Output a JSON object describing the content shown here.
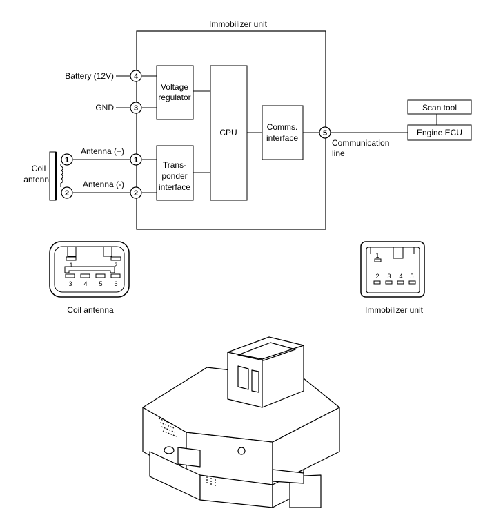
{
  "unit_title": "Immobilizer unit",
  "blocks": {
    "voltage_regulator_l1": "Voltage",
    "voltage_regulator_l2": "regulator",
    "cpu": "CPU",
    "comms_l1": "Comms.",
    "comms_l2": "interface",
    "transponder_l1": "Trans-",
    "transponder_l2": "ponder",
    "transponder_l3": "interface"
  },
  "signals": {
    "battery": "Battery (12V)",
    "gnd": "GND",
    "antenna_pos": "Antenna (+)",
    "antenna_neg": "Antenna (-)",
    "communication_l1": "Communication",
    "communication_l2": "line"
  },
  "coil": {
    "label_l1": "Coil",
    "label_l2": "antenna"
  },
  "external": {
    "scan_tool": "Scan tool",
    "engine_ecu": "Engine ECU"
  },
  "pins": {
    "p1": "1",
    "p2": "2",
    "p3": "3",
    "p4": "4",
    "p5": "5",
    "p6": "6"
  },
  "connectors": {
    "coil_antenna_caption": "Coil antenna",
    "immobilizer_caption": "Immobilizer unit"
  }
}
